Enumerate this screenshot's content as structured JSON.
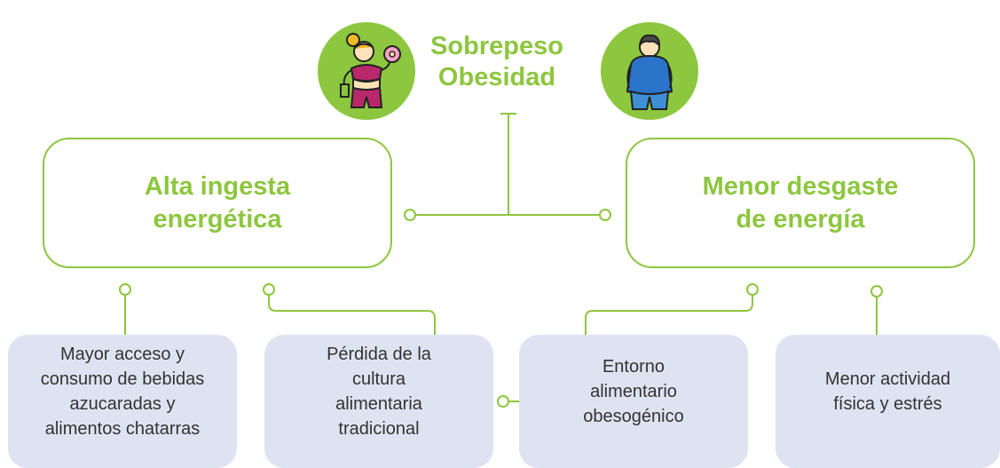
{
  "colors": {
    "accent_green": "#8dc63f",
    "factor_bg": "#dfe3f1",
    "text_dark": "#333333"
  },
  "icons": {
    "left": "woman-eating-donut-icon",
    "right": "overweight-man-icon"
  },
  "title": {
    "line1": "Sobrepeso",
    "line2": "Obesidad"
  },
  "causes": [
    {
      "line1": "Alta ingesta",
      "line2": "energética"
    },
    {
      "line1": "Menor desgaste",
      "line2": "de energía"
    }
  ],
  "factors": [
    {
      "lines": [
        "Mayor acceso y",
        "consumo de bebidas",
        "azucaradas y",
        "alimentos chatarras"
      ]
    },
    {
      "lines": [
        "Pérdida de la",
        "cultura",
        "alimentaria",
        "tradicional"
      ]
    },
    {
      "lines": [
        "Entorno",
        "alimentario",
        "obesogénico"
      ]
    },
    {
      "lines": [
        "Menor actividad",
        "física y estrés"
      ]
    }
  ]
}
